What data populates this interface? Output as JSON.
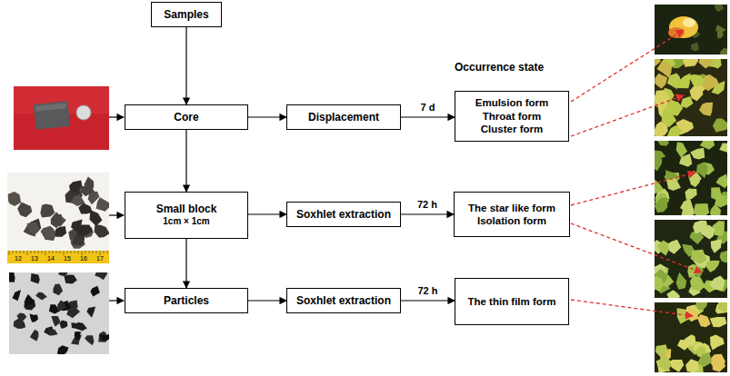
{
  "diagram": {
    "nodes": [
      {
        "text": [
          "Samples"
        ]
      },
      {
        "text": [
          "Core"
        ]
      },
      {
        "text": [
          "Displacement"
        ]
      },
      {
        "text": [
          "Emulsion form Throat form Cluster form"
        ]
      },
      {
        "text": [
          "Small block",
          "1cm × 1cm"
        ]
      },
      {
        "text": [
          "Soxhlet extraction"
        ]
      },
      {
        "text": [
          "The star like form Isolation form"
        ]
      },
      {
        "text": [
          "Particles"
        ]
      },
      {
        "text": [
          "Soxhlet extraction"
        ]
      },
      {
        "text": [
          "The thin film form"
        ]
      }
    ],
    "edges": [
      {
        "from": 0,
        "to": 1,
        "arrow": "to"
      },
      {
        "from": 1,
        "to": 2,
        "arrow": "to"
      },
      {
        "from": 2,
        "to": 3,
        "label": "7 d",
        "arrow": "to"
      },
      {
        "from": 1,
        "to": 4,
        "arrow": "to"
      },
      {
        "from": 4,
        "to": 5,
        "arrow": "to"
      },
      {
        "from": 5,
        "to": 6,
        "label": "72 h",
        "arrow": "to"
      },
      {
        "from": 4,
        "to": 7,
        "arrow": "to"
      },
      {
        "from": 7,
        "to": 8,
        "arrow": "to"
      },
      {
        "from": 8,
        "to": 9,
        "label": "72 h",
        "arrow": "to"
      }
    ],
    "labels": [
      "Occurrence state",
      "12",
      "13",
      "14",
      "15",
      "16",
      "17"
    ]
  }
}
